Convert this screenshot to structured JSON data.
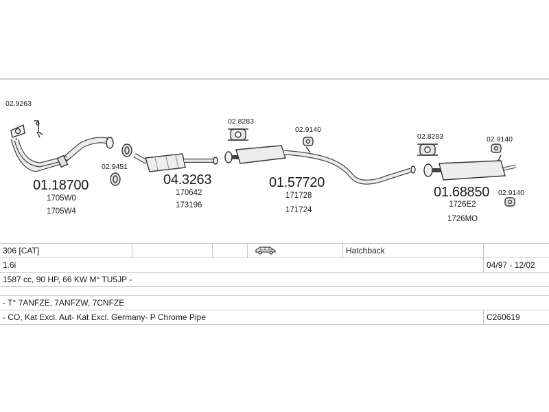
{
  "parts": {
    "p1": {
      "number": "01.18700",
      "refs": [
        "1705W0",
        "1705W4"
      ]
    },
    "p2": {
      "number": "04.3263",
      "refs": [
        "170642",
        "173196"
      ]
    },
    "p3": {
      "number": "01.57720",
      "refs": [
        "171728",
        "171724"
      ]
    },
    "p4": {
      "number": "01.68850",
      "refs": [
        "1726E2",
        "1726MO"
      ]
    }
  },
  "accessories": {
    "a1": "02.9263",
    "a2": "02.9451",
    "a3": "02.8283",
    "a4": "02.9140",
    "a5": "02.8283",
    "a6": "02.9140",
    "a7": "02.9140"
  },
  "info": {
    "model": "306  [CAT]",
    "body_type": "Hatchback",
    "engine": "1.6i",
    "production": "04/97 - 12/02",
    "specs": "1587 cc, 90 HP, 66 KW M° TU5JP -",
    "type_codes": "- T° 7ANFZE, 7ANFZW, 7CNFZE",
    "notes": "- CO, Kat Excl. Aut-  Kat Excl. Germany- P Chrome Pipe",
    "code": "C260619"
  },
  "icons": {
    "vehicle": "car-side-icon"
  }
}
